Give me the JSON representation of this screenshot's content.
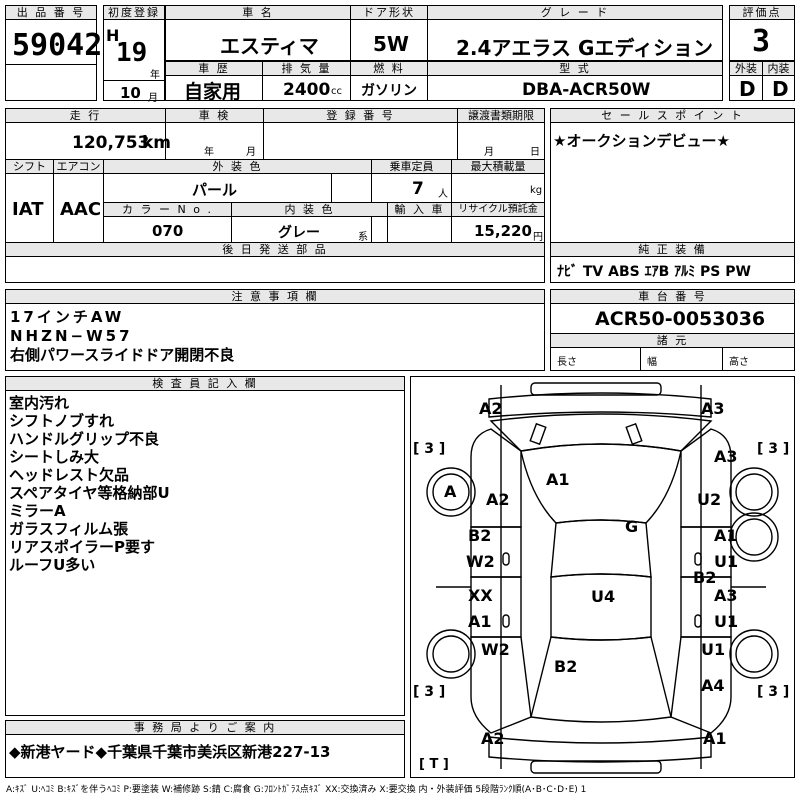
{
  "header": {
    "lot_label": "出 品 番 号",
    "lot_number": "59042",
    "first_reg_label": "初度登録",
    "era": "H",
    "year": "19",
    "year_unit": "年",
    "month": "10",
    "month_unit": "月",
    "car_name_label": "車 名",
    "car_name": "エスティマ",
    "door_label": "ドア形状",
    "door": "5W",
    "grade_label": "グ レ ー ド",
    "grade": "2.4アエラス Gエディション",
    "score_label": "評価点",
    "score": "3",
    "history_label": "車 歴",
    "history": "自家用",
    "displacement_label": "排 気 量",
    "displacement": "2400",
    "displacement_unit": "cc",
    "fuel_label": "燃 料",
    "fuel": "ガソリン",
    "model_label": "型 式",
    "model": "DBA-ACR50W",
    "exterior_label": "外装",
    "exterior": "D",
    "interior_label": "内装",
    "interior": "D"
  },
  "row2": {
    "mileage_label": "走 行",
    "mileage": "120,753",
    "mileage_unit": "km",
    "inspection_label": "車 検",
    "insp_year": "年",
    "insp_month": "月",
    "reg_number_label": "登 録 番 号",
    "transfer_label": "譲渡書類期限",
    "transfer_month": "月",
    "transfer_day": "日",
    "shift_label": "シフト",
    "shift": "IAT",
    "ac_label": "エアコン",
    "ac": "AAC",
    "color_label": "外 装 色",
    "color": "パール",
    "capacity_label": "乗車定員",
    "capacity": "7",
    "capacity_unit": "人",
    "load_label": "最大積載量",
    "load_unit": "kg",
    "color_no_label": "カ ラ ー N o .",
    "color_no": "070",
    "int_color_label": "内 装 色",
    "int_color": "グレー",
    "int_color_unit": "系",
    "import_label": "輸 入 車",
    "recycle_label": "リサイクル預託金",
    "recycle": "15,220",
    "recycle_unit": "円",
    "later_parts_label": "後 日 発 送 部 品"
  },
  "sales": {
    "label": "セ ー ル ス ポ イ ン ト",
    "text": "★オークションデビュー★",
    "equip_label": "純 正 装 備",
    "equip": "ﾅﾋﾞ TV ABS ｴｱB ｱﾙﾐ PS PW"
  },
  "notes": {
    "label": "注 意 事 項 欄",
    "lines": [
      "17インチAW",
      "NHZN−W57",
      "右側パワースライドドア開閉不良"
    ]
  },
  "chassis": {
    "label": "車 台 番 号",
    "number": "ACR50-0053036",
    "spec_label": "諸 元",
    "length": "長さ",
    "width": "幅",
    "height": "高さ"
  },
  "inspector": {
    "label": "検 査 員 記 入 欄",
    "lines": [
      "室内汚れ",
      "シフトノブすれ",
      "ハンドルグリップ不良",
      "シートしみ大",
      "ヘッドレスト欠品",
      "スペアタイヤ等格納部U",
      "ミラーA",
      "ガラスフィルム張",
      "リアスポイラーP要す",
      "ルーフU多い"
    ]
  },
  "office": {
    "label": "事 務 局 よ り ご 案 内",
    "text": "◆新港ヤード◆千葉県千葉市美浜区新港227-13"
  },
  "diagram": {
    "marks": [
      "A2",
      "A3",
      "A3",
      "A",
      "A2",
      "A1",
      "U2",
      "B2",
      "G",
      "A1",
      "W2",
      "U1",
      "B2",
      "XX",
      "U4",
      "A3",
      "A1",
      "U1",
      "W2",
      "U1",
      "B2",
      "A4",
      "A2",
      "A1"
    ],
    "brackets": [
      "[ 3 ]",
      "[ 3 ]",
      "[ 3 ]",
      "[ 3 ]",
      "[ T ]"
    ]
  },
  "legend": "A:ｷｽﾞ U:ﾍｺﾐ B:ｷｽﾞを伴うﾍｺﾐ P:要塗装 W:補修跡 S:錆 C:腐食 G:ﾌﾛﾝﾄｶﾞﾗｽ点ｷｽﾞ XX:交換済み X:要交換 内・外装評価 5段階ﾗﾝｸ順(A･B･C･D･E) 1"
}
